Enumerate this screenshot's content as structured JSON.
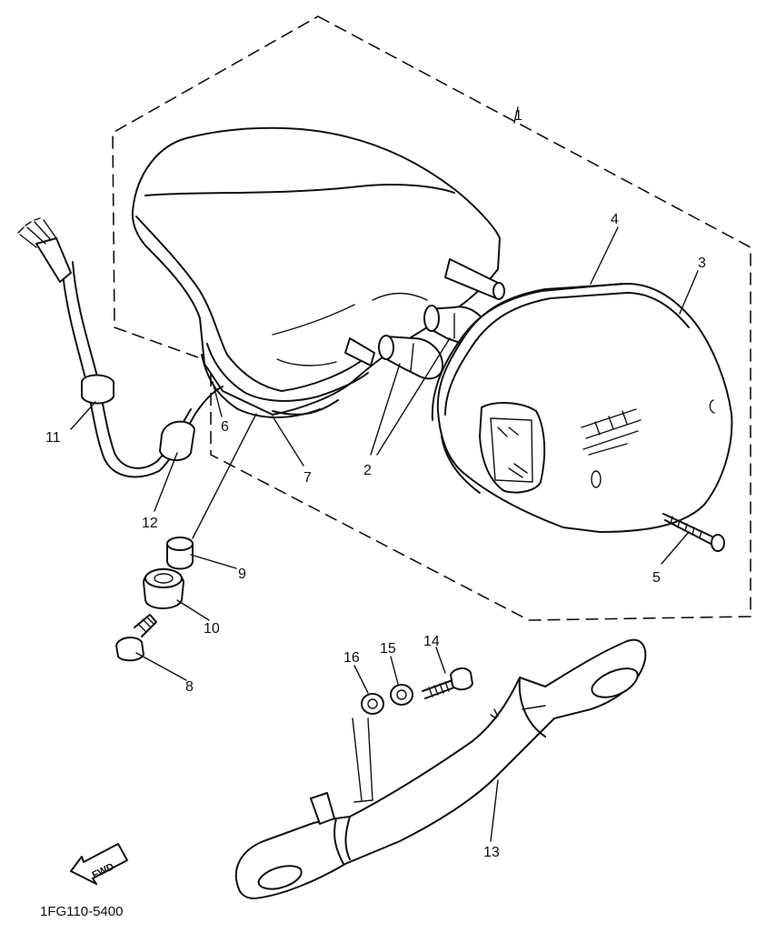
{
  "callouts": [
    {
      "id": "1",
      "text": "1"
    },
    {
      "id": "2",
      "text": "2"
    },
    {
      "id": "3",
      "text": "3"
    },
    {
      "id": "4",
      "text": "4"
    },
    {
      "id": "5",
      "text": "5"
    },
    {
      "id": "6",
      "text": "6"
    },
    {
      "id": "7",
      "text": "7"
    },
    {
      "id": "8",
      "text": "8"
    },
    {
      "id": "9",
      "text": "9"
    },
    {
      "id": "10",
      "text": "10"
    },
    {
      "id": "11",
      "text": "11"
    },
    {
      "id": "12",
      "text": "12"
    },
    {
      "id": "13",
      "text": "13"
    },
    {
      "id": "14",
      "text": "14"
    },
    {
      "id": "15",
      "text": "15"
    },
    {
      "id": "16",
      "text": "16"
    }
  ],
  "fwd_label": "FWD",
  "diagram_code": "1FG110-5400"
}
